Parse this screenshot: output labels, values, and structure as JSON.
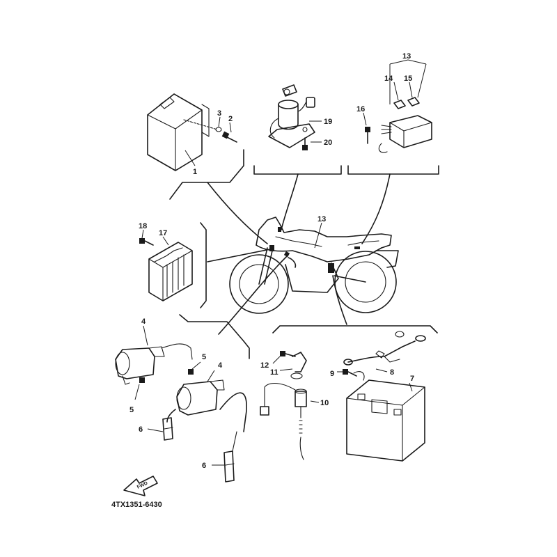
{
  "callouts": {
    "c1": "1",
    "c2": "2",
    "c3": "3",
    "c4a": "4",
    "c4b": "4",
    "c5a": "5",
    "c5b": "5",
    "c6a": "6",
    "c6b": "6",
    "c7": "7",
    "c8": "8",
    "c9": "9",
    "c10": "10",
    "c11": "11",
    "c12": "12",
    "c13a": "13",
    "c13b": "13",
    "c14": "14",
    "c15": "15",
    "c16": "16",
    "c17": "17",
    "c18": "18",
    "c19": "19",
    "c20": "20"
  },
  "fwd_label": "FWD",
  "diagram_code": "4TX1351-6430"
}
